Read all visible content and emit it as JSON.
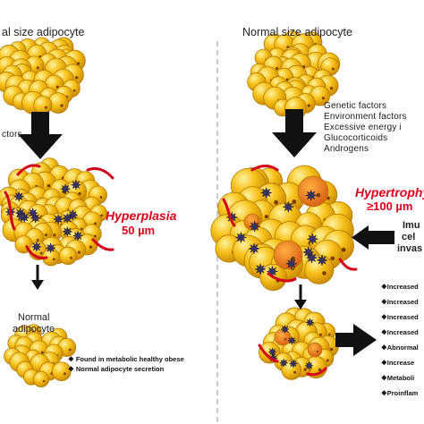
{
  "left": {
    "title": "al size adipocyte",
    "factors_fragment": "ctors",
    "hyperplasia": "Hyperplasia",
    "hyperplasia_size": "50 µm",
    "normal_adipocyte_line1": "Normal",
    "normal_adipocyte_line2": "adipocyte",
    "notes": [
      "Found in metabolic healthy obese",
      "Normal adipocyte secretion"
    ]
  },
  "right": {
    "title": "Normal size adipocyte",
    "factors": [
      "Genetic factors",
      "Environment factors",
      "Excessive energy i",
      "Glucocorticoids",
      "Androgens"
    ],
    "hypertrophy": "Hypertrophy",
    "hypertrophy_size": "≥100 µm",
    "immune": [
      "Imu",
      "cel",
      "invas"
    ],
    "increased_list": [
      "Increased",
      "Increased",
      "Increased",
      "Increased",
      "Abnormal",
      "Increase",
      "Metaboli",
      "Proinflam"
    ]
  },
  "colors": {
    "fat": "#f2b500",
    "fat_highlight": "#ffe066",
    "fat_edge": "#b57a00",
    "vessel": "#d4001a",
    "accent_red": "#e0001b",
    "immune_cell": "#3a3560",
    "inflamed": "#f08020"
  },
  "icons": [
    "down-arrow-icon",
    "left-arrow-icon",
    "right-arrow-icon",
    "diamond-bullet-icon"
  ]
}
